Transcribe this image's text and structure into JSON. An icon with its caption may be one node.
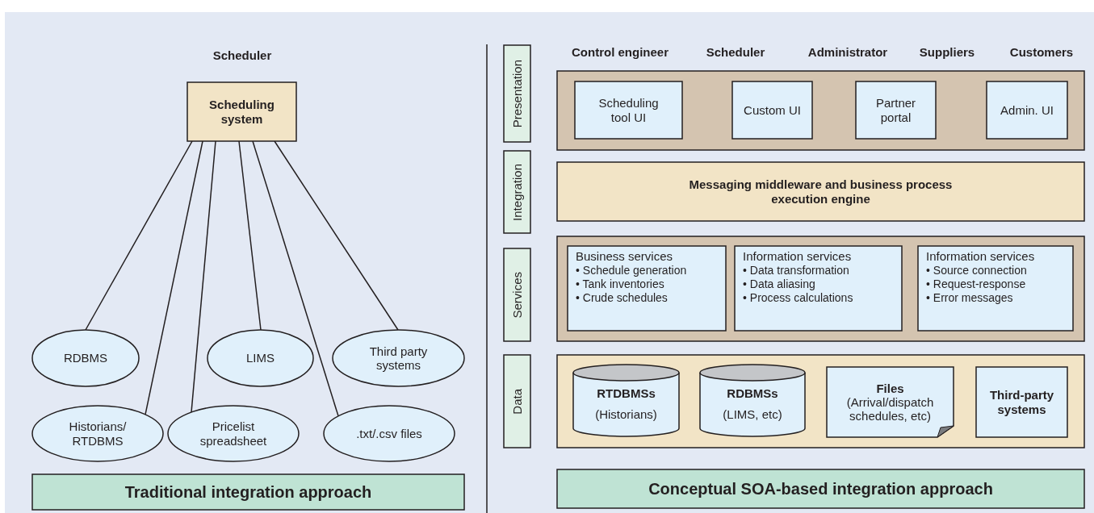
{
  "diagram": {
    "nodes": [
      {
        "text": [
          "Scheduling system"
        ]
      },
      {
        "text": [
          "RDBMS"
        ]
      },
      {
        "text": [
          "LIMS"
        ]
      },
      {
        "text": [
          "Third party systems"
        ]
      },
      {
        "text": [
          "Historians/ RTDBMS"
        ]
      },
      {
        "text": [
          "Pricelist spreadsheet"
        ]
      },
      {
        "text": [
          ".txt/.csv files"
        ]
      },
      {
        "text": [
          "Traditional integration approach"
        ]
      },
      {
        "text": [
          "Presentation"
        ]
      },
      {
        "text": [],
        "shape": "box"
      },
      {
        "text": [
          "Scheduling tool UI"
        ],
        "in": 9
      },
      {
        "text": [
          "Custom UI"
        ],
        "in": 9
      },
      {
        "text": [
          "Partner portal"
        ],
        "in": 9
      },
      {
        "text": [
          "Admin. UI"
        ],
        "in": 9
      },
      {
        "text": [
          "Integration"
        ]
      },
      {
        "text": [
          "Messaging middleware and business process execution engine"
        ]
      },
      {
        "text": [
          "Services"
        ]
      },
      {
        "text": [],
        "shape": "box"
      },
      {
        "text": [
          "Business services",
          "• Schedule generation",
          "• Tank inventories",
          "• Crude schedules"
        ],
        "in": 17
      },
      {
        "text": [
          "Information services",
          "• Data transformation",
          "• Data aliasing",
          "• Process calculations"
        ],
        "in": 17
      },
      {
        "text": [
          "Information services",
          "• Source connection",
          "• Request-response",
          "• Error messages"
        ],
        "in": 17
      },
      {
        "text": [
          "Data"
        ]
      },
      {
        "text": [],
        "shape": "box"
      },
      {
        "text": [
          "RTDBMSs",
          "(Historians)"
        ],
        "in": 22
      },
      {
        "text": [
          "RDBMSs",
          "(LIMS, etc)"
        ],
        "in": 22
      },
      {
        "text": [
          "Files",
          "(Arrival/dispatch schedules, etc)"
        ],
        "in": 22
      },
      {
        "text": [
          "Third-party systems"
        ],
        "in": 22
      },
      {
        "text": [
          "Conceptual SOA-based integration approach"
        ]
      }
    ],
    "edges": [
      {
        "from": 0,
        "to": 1,
        "arrow": "none"
      },
      {
        "from": 0,
        "to": 4,
        "arrow": "none"
      },
      {
        "from": 0,
        "to": 5,
        "arrow": "none"
      },
      {
        "from": 0,
        "to": 2,
        "arrow": "none"
      },
      {
        "from": 0,
        "to": 6,
        "arrow": "none"
      },
      {
        "from": 0,
        "to": 3,
        "arrow": "none"
      }
    ],
    "labels": [
      "Scheduler",
      "Control engineer",
      "Scheduler",
      "Administrator",
      "Suppliers",
      "Customers"
    ]
  }
}
